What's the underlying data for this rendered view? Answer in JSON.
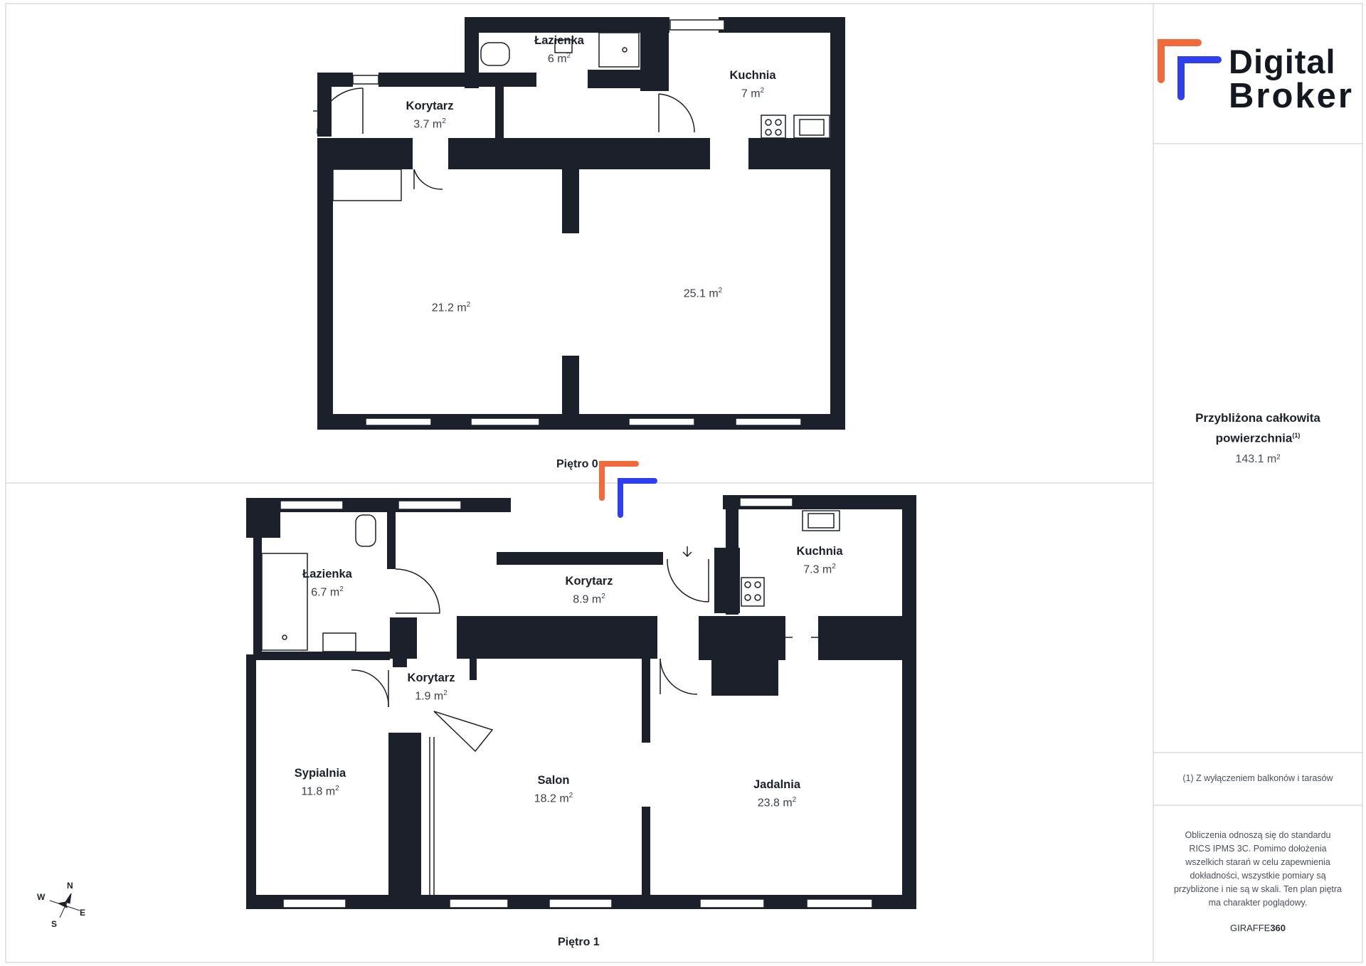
{
  "brand": {
    "logo_line1": "Digital",
    "logo_line2": "Broker",
    "accent_orange": "#f26a3c",
    "accent_blue": "#2f3ff0",
    "wall_color": "#1b202b"
  },
  "summary": {
    "title_line1": "Przybliżona całkowita",
    "title_line2": "powierzchnia",
    "footnote_mark": "(1)",
    "total_area": "143.1 m²"
  },
  "footnote": "(1) Z wyłączeniem balkonów i tarasów",
  "disclaimer": "Obliczenia odnoszą się do standardu RICS IPMS 3C. Pomimo dołożenia wszelkich starań w celu zapewnienia dokładności, wszystkie pomiary są przybliżone i nie są w skali. Ten plan piętra ma charakter poglądowy.",
  "credit": {
    "prefix": "GIRAFFE",
    "suffix": "360"
  },
  "floors": [
    {
      "label": "Piętro 0",
      "rooms": [
        {
          "name": "Łazienka",
          "area": "6 m"
        },
        {
          "name": "Kuchnia",
          "area": "7 m"
        },
        {
          "name": "Korytarz",
          "area": "3.7 m"
        },
        {
          "name": "",
          "area": "21.2 m"
        },
        {
          "name": "",
          "area": "25.1 m"
        }
      ]
    },
    {
      "label": "Piętro 1",
      "rooms": [
        {
          "name": "Łazienka",
          "area": "6.7 m"
        },
        {
          "name": "Korytarz",
          "area": "8.9 m"
        },
        {
          "name": "Kuchnia",
          "area": "7.3 m"
        },
        {
          "name": "Korytarz",
          "area": "1.9 m"
        },
        {
          "name": "Sypialnia",
          "area": "11.8 m"
        },
        {
          "name": "Salon",
          "area": "18.2 m"
        },
        {
          "name": "Jadalnia",
          "area": "23.8 m"
        }
      ]
    }
  ],
  "area_unit_sup": "2",
  "compass": {
    "n": "N",
    "s": "S",
    "e": "E",
    "w": "W"
  }
}
